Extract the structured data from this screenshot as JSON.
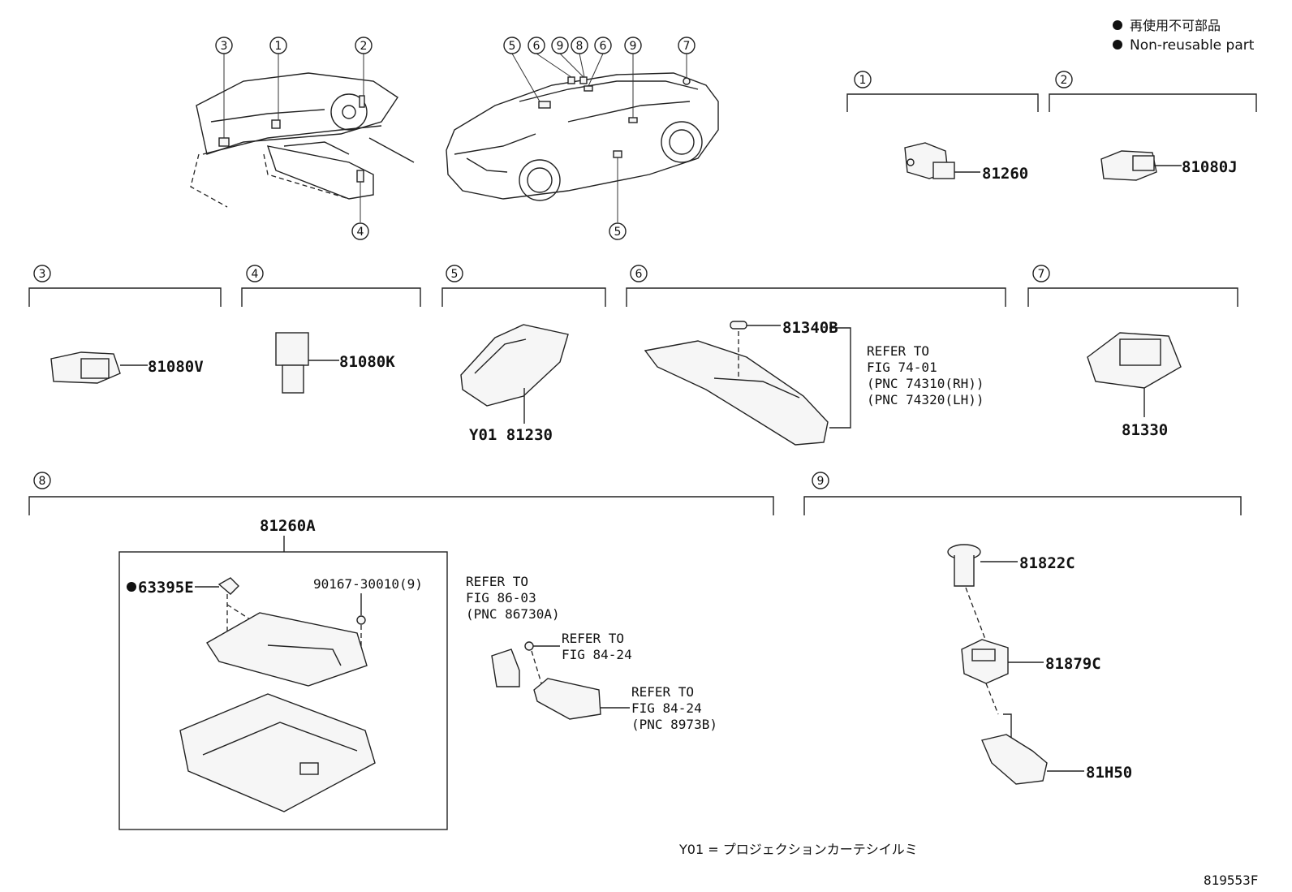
{
  "legend": {
    "jp": "再使用不可部品",
    "en": "Non-reusable part"
  },
  "callouts": [
    "1",
    "2",
    "3",
    "4",
    "5",
    "6",
    "7",
    "8",
    "9"
  ],
  "parts": {
    "p81260": "81260",
    "p81080J": "81080J",
    "p81080V": "81080V",
    "p81080K": "81080K",
    "p81230": "Y01 81230",
    "p81340B": "81340B",
    "p81330": "81330",
    "p81260A": "81260A",
    "p63395E": "63395E",
    "p90167": "90167-30010(9)",
    "p81822C": "81822C",
    "p81879C": "81879C",
    "p81H50": "81H50"
  },
  "refs": {
    "r6": [
      "REFER TO",
      "FIG 74-01",
      "(PNC 74310(RH))",
      "(PNC 74320(LH))"
    ],
    "r8a": [
      "REFER TO",
      "FIG 86-03",
      "(PNC 86730A)"
    ],
    "r8b": [
      "REFER TO",
      "FIG 84-24"
    ],
    "r8c": [
      "REFER TO",
      "FIG 84-24",
      "(PNC 8973B)"
    ]
  },
  "footnote": "Y01 = プロジェクションカーテシイルミ",
  "figure_id": "819553F"
}
